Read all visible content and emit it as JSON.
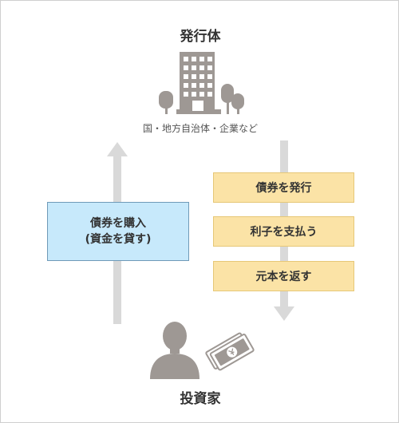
{
  "issuer": {
    "title": "発行体",
    "subtitle": "国・地方自治体・企業など"
  },
  "investor": {
    "title": "投資家"
  },
  "investor_to_issuer": {
    "line1": "債券を購入",
    "line2": "(資金を貸す)"
  },
  "issuer_to_investor": {
    "items": [
      "債券を発行",
      "利子を支払う",
      "元本を返す"
    ]
  },
  "icons": {
    "issuer": "office-building-with-trees-icon",
    "investor": "person-silhouette-icon",
    "money": "yen-banknotes-icon",
    "arrow_up": "arrow-up-icon",
    "arrow_down": "arrow-down-icon"
  },
  "colors": {
    "buy_box_fill": "#c7e9fb",
    "buy_box_border": "#6f9ab8",
    "issuer_box_fill": "#fbe3a6",
    "issuer_box_border": "#e6c777",
    "arrow": "#d9d9d9",
    "icon": "#9e9894"
  }
}
